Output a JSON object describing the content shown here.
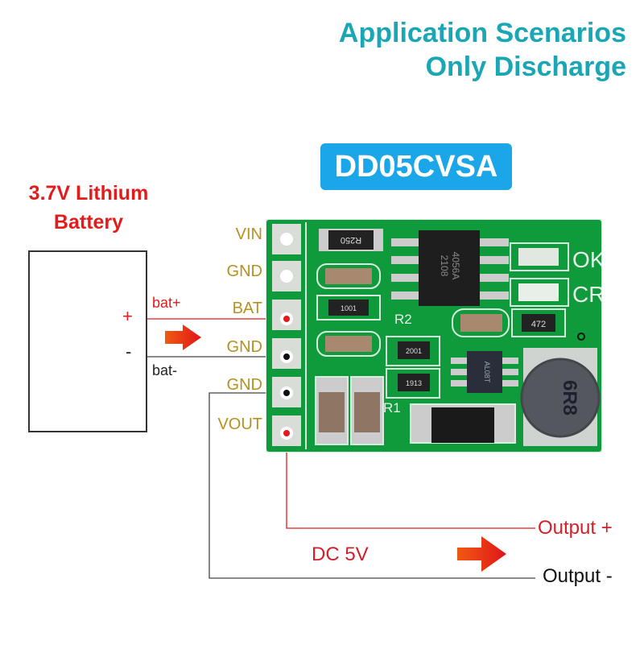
{
  "header": {
    "title_line1": "Application Scenarios",
    "title_line2": "Only Discharge"
  },
  "module": {
    "model_badge": "DD05CVSA",
    "pins": [
      "VIN",
      "GND",
      "BAT",
      "GND",
      "GND",
      "VOUT"
    ],
    "silkscreen": {
      "led_ok": "OK",
      "led_cr": "CR",
      "r2": "R2",
      "r1": "R1",
      "resistor_top": "R250",
      "resistor_mid": "1001",
      "ic_main_line1": "4056A",
      "ic_main_line2": "2108",
      "ic_small": "AL08T",
      "resistor_r2": "2001",
      "resistor_r1": "1913",
      "resistor_led": "472",
      "inductor": "6R8"
    }
  },
  "battery": {
    "title_line1": "3.7V Lithium",
    "title_line2": "Battery",
    "plus_sign": "+",
    "minus_sign": "-",
    "wire_pos_label": "bat+",
    "wire_neg_label": "bat-"
  },
  "output": {
    "voltage_label": "DC 5V",
    "pos_label": "Output +",
    "neg_label": "Output -"
  },
  "colors": {
    "title": "#1aa6b5",
    "badge": "#1ba6ea",
    "battery_text": "#e31b1b",
    "pin_label": "#b8901e",
    "pcb_green": "#0f9a3c",
    "wire_red": "#e31b1b",
    "wire_black": "#333333"
  }
}
